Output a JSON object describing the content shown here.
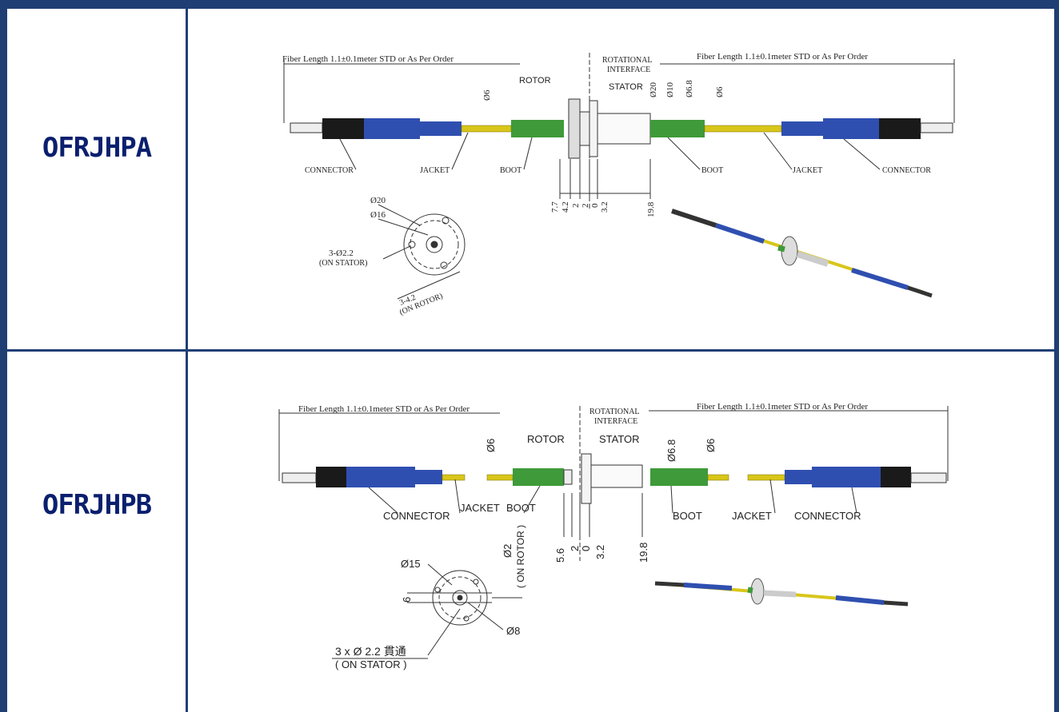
{
  "rows": [
    {
      "model": "OFRJHPA",
      "labels": {
        "fiber_length_left": "Fiber Length 1.1±0.1meter STD or As Per Order",
        "fiber_length_right": "Fiber Length 1.1±0.1meter STD or As Per Order",
        "rotational_interface": "ROTATIONAL",
        "rotational_interface2": "INTERFACE",
        "rotor": "ROTOR",
        "stator": "STATOR",
        "connector_left": "CONNECTOR",
        "jacket_left": "JACKET",
        "boot_left": "BOOT",
        "boot_right": "BOOT",
        "jacket_right": "JACKET",
        "connector_right": "CONNECTOR",
        "dia6_left": "Ø6",
        "dia20": "Ø20",
        "dia10": "Ø10",
        "dia68": "Ø6.8",
        "dia6_right": "Ø6",
        "dim_77": "7.7",
        "dim_42": "4.2",
        "dim_2a": "2",
        "dim_2b": "2",
        "dim_0": "0",
        "dim_32": "3.2",
        "dim_198": "19.8",
        "face_dia20": "Ø20",
        "face_dia16": "Ø16",
        "holes_stator": "3-Ø2.2",
        "holes_stator2": "(ON STATOR)",
        "holes_rotor": "3-4.2",
        "holes_rotor2": "(ON ROTOR)"
      }
    },
    {
      "model": "OFRJHPB",
      "labels": {
        "fiber_length_left": "Fiber Length 1.1±0.1meter STD or As Per Order",
        "fiber_length_right": "Fiber Length 1.1±0.1meter STD or As Per Order",
        "rotational_interface": "ROTATIONAL",
        "rotational_interface2": "INTERFACE",
        "rotor": "ROTOR",
        "stator": "STATOR",
        "connector_left": "CONNECTOR",
        "jacket_left": "JACKET",
        "boot_left": "BOOT",
        "boot_right": "BOOT",
        "jacket_right": "JACKET",
        "connector_right": "CONNECTOR",
        "dia6_left": "Ø6",
        "dia68": "Ø6.8",
        "dia6_right": "Ø6",
        "dim_56": "5.6",
        "dim_2": "2",
        "dim_0": "0",
        "dim_32": "3.2",
        "dim_198": "19.8",
        "dia2": "Ø2",
        "dia2_note": "( ON ROTOR )",
        "face_dia15": "Ø15",
        "face_6": "6",
        "face_dia8": "Ø8",
        "holes_stator": "3 x Ø 2.2 貫通",
        "holes_stator2": "( ON STATOR )"
      }
    }
  ],
  "colors": {
    "border": "#1f3f74",
    "model_text": "#0a1f6e",
    "connector_blue": "#2f4fb0",
    "connector_black": "#1a1a1a",
    "jacket_yellow": "#d8c61a",
    "boot_green": "#3f9a3a"
  }
}
